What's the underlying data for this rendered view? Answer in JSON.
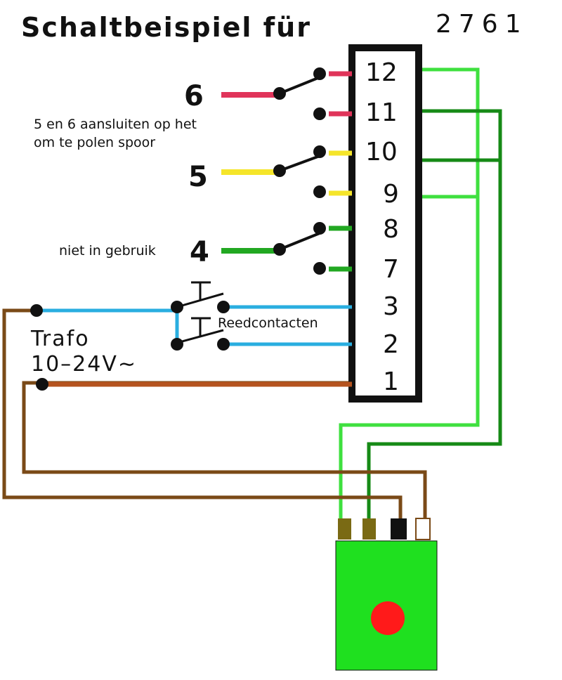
{
  "title": {
    "text": "Schaltbeispiel für",
    "number": "2761"
  },
  "terminals": [
    "12",
    "11",
    "10",
    "9",
    "8",
    "7",
    "3",
    "2",
    "1"
  ],
  "switches": [
    {
      "label": "6"
    },
    {
      "label": "5"
    },
    {
      "label": "4"
    }
  ],
  "notes": {
    "polarity_line1": "5 en 6 aansluiten op het",
    "polarity_line2": "om te polen spoor",
    "unused": "niet in gebruik"
  },
  "trafo": {
    "line1": "Trafo",
    "line2": "10–24V∼"
  },
  "reed_label": "Reedcontacten",
  "colors": {
    "red": "#e0345a",
    "yellow": "#f5e52a",
    "green": "#22a822",
    "blue": "#29aee0",
    "brown": "#7a4a17",
    "brown_wire": "#b5531f",
    "light_green": "#3fe03f",
    "dark_green": "#168a16",
    "module_green": "#1fe01f",
    "button_red": "#ff1a1a"
  }
}
